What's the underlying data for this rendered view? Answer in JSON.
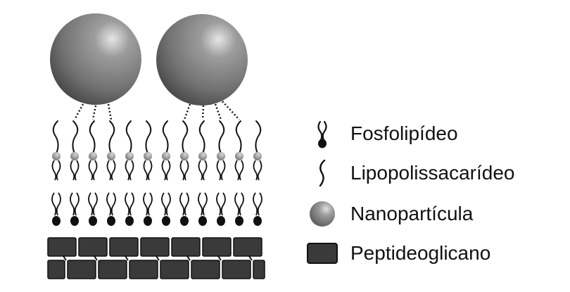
{
  "legend": {
    "phospholipid": {
      "label": "Fosfolipídeo",
      "icon": "phospholipid-icon"
    },
    "lipopolysaccharide": {
      "label": "Lipopolissacarídeo",
      "icon": "lipopolysaccharide-icon"
    },
    "nanoparticle": {
      "label": "Nanopartícula",
      "icon": "nanoparticle-icon"
    },
    "peptidoglycan": {
      "label": "Peptideoglicano",
      "icon": "peptidoglycan-icon"
    }
  },
  "colors": {
    "nanoparticle_fill": "#7a7a7a",
    "peptidoglycan_fill": "#3a3a3a",
    "lipid_head_dark": "#111111",
    "lipid_head_light": "#9a9a9a",
    "line": "#111111"
  }
}
